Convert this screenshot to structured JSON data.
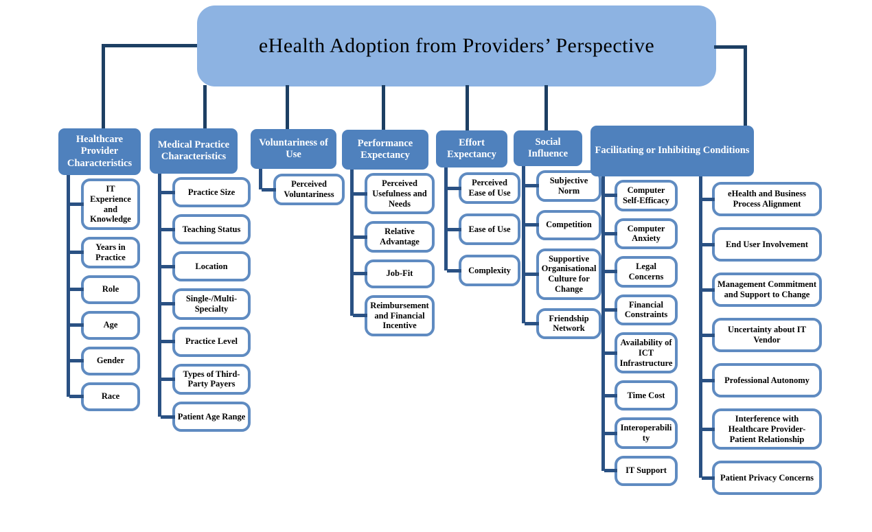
{
  "title": "eHealth Adoption from Providers’ Perspective",
  "colors": {
    "title_fill": "#8db3e2",
    "header_fill": "#4f81bd",
    "node_border": "#5f8bc1",
    "connector": "#1d3f63",
    "trunk": "#2a5183",
    "header_text": "#ffffff",
    "node_text": "#000000"
  },
  "columns": [
    {
      "label": "Healthcare Provider Characteristics",
      "items": [
        "IT Experience and Knowledge",
        "Years in Practice",
        "Role",
        "Age",
        "Gender",
        "Race"
      ]
    },
    {
      "label": "Medical Practice Characteristics",
      "items": [
        "Practice Size",
        "Teaching Status",
        "Location",
        "Single-/Multi-Specialty",
        "Practice Level",
        "Types of Third-Party Payers",
        "Patient Age Range"
      ]
    },
    {
      "label": "Voluntariness of Use",
      "items": [
        "Perceived Voluntariness"
      ]
    },
    {
      "label": "Performance Expectancy",
      "items": [
        "Perceived Usefulness and Needs",
        "Relative Advantage",
        "Job-Fit",
        "Reimbursement and Financial Incentive"
      ]
    },
    {
      "label": "Effort Expectancy",
      "items": [
        "Perceived Ease of Use",
        "Ease of Use",
        "Complexity"
      ]
    },
    {
      "label": "Social Influence",
      "items": [
        "Subjective Norm",
        "Competition",
        "Supportive Organisational Culture for Change",
        "Friendship Network"
      ]
    },
    {
      "label": "Facilitating or Inhibiting Conditions",
      "item_groups": [
        [
          "Computer Self-Efficacy",
          "Computer Anxiety",
          "Legal Concerns",
          "Financial Constraints",
          "Availability of ICT Infrastructure",
          "Time Cost",
          "Interoperability",
          "IT Support"
        ],
        [
          "eHealth and Business Process Alignment",
          "End User Involvement",
          "Management Commitment and Support to Change",
          "Uncertainty about IT Vendor",
          "Professional Autonomy",
          "Interference with Healthcare Provider-Patient Relationship",
          "Patient Privacy Concerns"
        ]
      ]
    }
  ]
}
